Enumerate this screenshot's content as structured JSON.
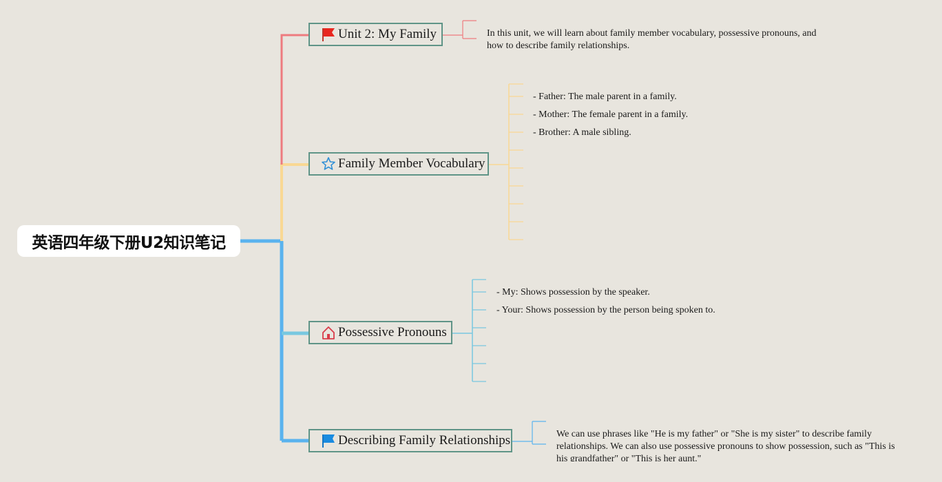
{
  "root": {
    "title": "英语四年级下册U2知识笔记"
  },
  "topics": [
    {
      "label": "Unit 2: My Family",
      "icon": "red-flag-icon"
    },
    {
      "label": "Family Member Vocabulary",
      "icon": "blue-star-icon"
    },
    {
      "label": "Possessive Pronouns",
      "icon": "red-house-icon"
    },
    {
      "label": "Describing Family Relationships",
      "icon": "blue-flag-icon"
    }
  ],
  "notes": {
    "unit_intro": "In this unit, we will learn about family member vocabulary, possessive pronouns, and how to describe family relationships.",
    "vocabulary": [
      "- Father: The male parent in a family.",
      "- Mother: The female parent in a family.",
      "- Brother: A male sibling."
    ],
    "pronouns": [
      "- My: Shows possession by the speaker.",
      "- Your: Shows possession by the person being spoken to."
    ],
    "relationships": "We can use phrases like \"He is my father\" or \"She is my sister\" to describe family relationships. We can also use possessive pronouns to show possession, such as \"This is his grandfather\" or \"This is her aunt.\""
  },
  "colors": {
    "red_branch": "#ee7b7f",
    "yellow_branch": "#f9d893",
    "blue_branch": "#5ab3ee",
    "cyan_branch": "#78c8e0",
    "topic_border": "#5f9487"
  }
}
